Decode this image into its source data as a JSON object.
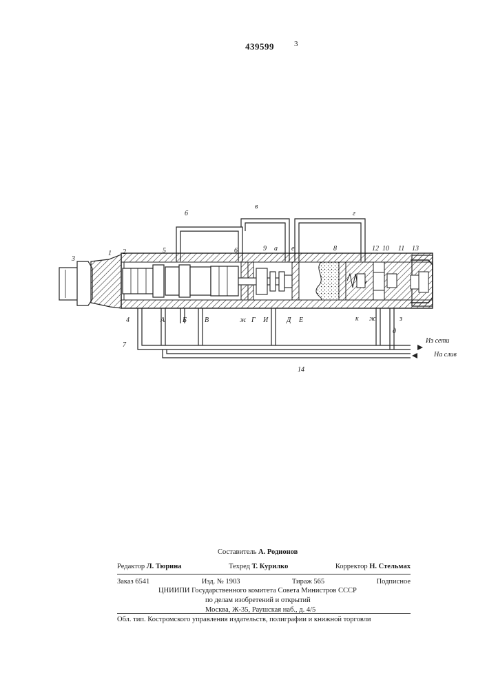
{
  "header": {
    "patent_number": "439599",
    "page_mark": "3"
  },
  "figure": {
    "part_labels": [
      "1",
      "2",
      "3",
      "4",
      "5",
      "6",
      "7",
      "8",
      "9",
      "10",
      "11",
      "12",
      "13",
      "14"
    ],
    "channel_labels": [
      "а",
      "б",
      "в",
      "г",
      "д",
      "е",
      "ж",
      "ж",
      "з",
      "к"
    ],
    "chamber_labels": [
      "А",
      "Б",
      "В",
      "Г",
      "Д",
      "Е",
      "И",
      "ж"
    ],
    "inlet_label": "Из сети",
    "outlet_label": "На слив"
  },
  "imprint": {
    "compiler": {
      "label": "Составитель",
      "name": "А. Родионов"
    },
    "editor": {
      "label": "Редактор",
      "name": "Л. Тюрина"
    },
    "techred": {
      "label": "Техред",
      "name": "Т. Курилко"
    },
    "corrector": {
      "label": "Корректор",
      "name": "Н. Стельмах"
    },
    "order": "Заказ 6541",
    "edition": "Изд. № 1903",
    "circulation": "Тираж 565",
    "subscription": "Подписное",
    "institute": "ЦНИИПИ Государственного комитета Совета Министров СССР",
    "affairs": "по делам изобретений и открытий",
    "address": "Москва, Ж-35, Раушская наб., д. 4/5",
    "printer": "Обл. тип. Костромского управления издательств, полиграфии и книжной торговли"
  }
}
